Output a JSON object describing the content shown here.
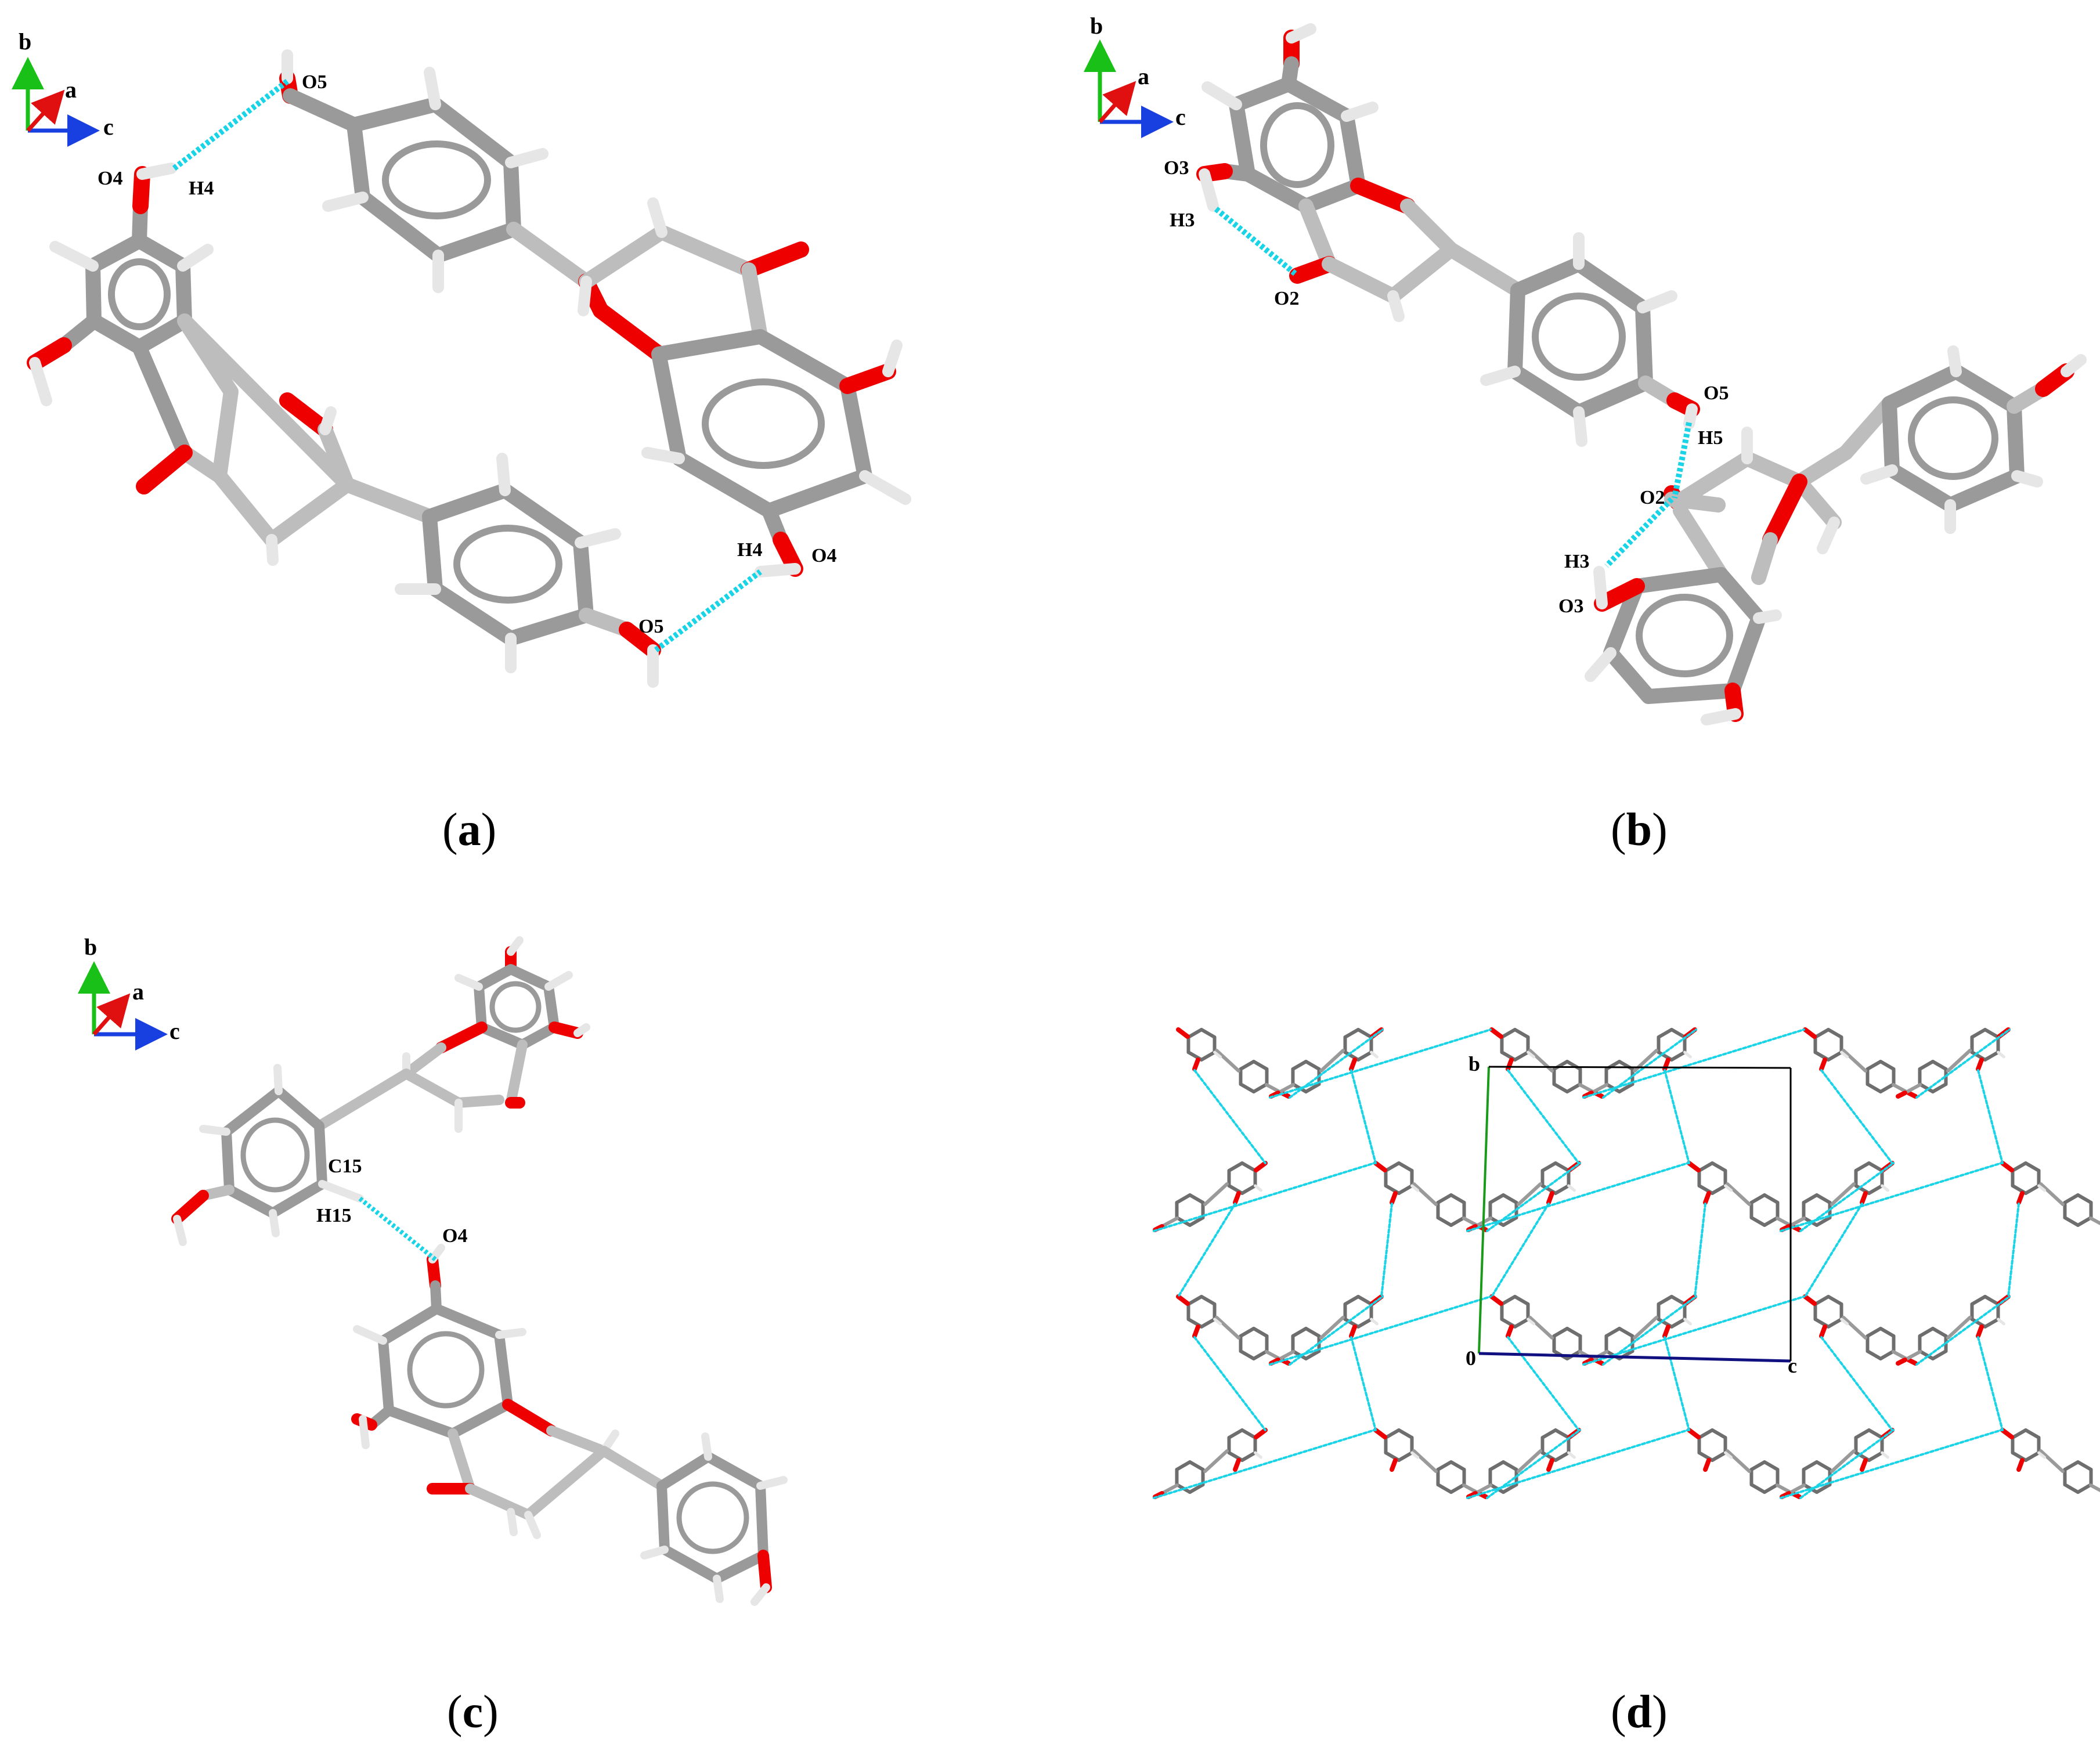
{
  "colors": {
    "carbon": "#9a9a9a",
    "carbon_light": "#d6d6d6",
    "oxygen": "#ee0000",
    "hydrogen": "#e6e6e6",
    "hbond": "#19d3e6",
    "axis_a": "#e01010",
    "axis_b": "#18c018",
    "axis_c": "#1840e0",
    "cell_b": "#1a9a1a",
    "cell_c": "#101080"
  },
  "axes": {
    "a": "a",
    "b": "b",
    "c": "c"
  },
  "panels": {
    "a": {
      "caption_open": "(",
      "caption_letter": "a",
      "caption_close": ")",
      "labels": {
        "O5_top": "O5",
        "O4_top": "O4",
        "H4_top": "H4",
        "H4_bottom": "H4",
        "O4_bottom": "O4",
        "O5_bottom": "O5"
      }
    },
    "b": {
      "caption_open": "(",
      "caption_letter": "b",
      "caption_close": ")",
      "labels": {
        "O3_top": "O3",
        "H3_top": "H3",
        "O2_top": "O2",
        "O5": "O5",
        "H5": "H5",
        "O2_bottom": "O2",
        "H3_bottom": "H3",
        "O3_bottom": "O3"
      }
    },
    "c": {
      "caption_open": "(",
      "caption_letter": "c",
      "caption_close": ")",
      "labels": {
        "C15": "C15",
        "H15": "H15",
        "O4": "O4"
      }
    },
    "d": {
      "caption_open": "(",
      "caption_letter": "d",
      "caption_close": ")",
      "labels": {
        "origin": "0",
        "b": "b",
        "c": "c"
      }
    }
  }
}
